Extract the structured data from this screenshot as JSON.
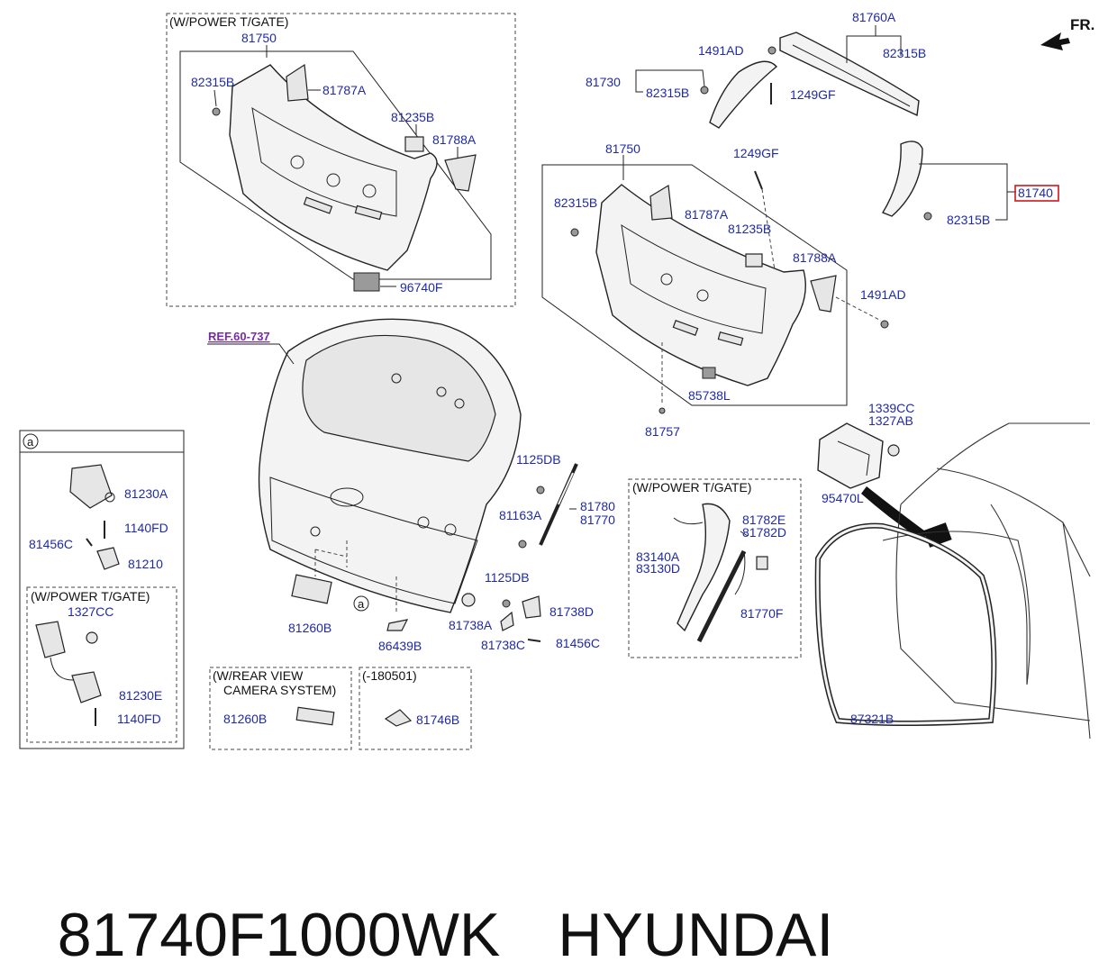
{
  "header": {
    "fr": "FR."
  },
  "groups": {
    "power_tgate_top": "(W/POWER T/GATE)",
    "power_tgate_mid": "(W/POWER T/GATE)",
    "power_tgate_left": "(W/POWER T/GATE)",
    "rear_camera_1": "(W/REAR VIEW",
    "rear_camera_2": "CAMERA SYSTEM)",
    "date_range": "(-180501)",
    "detail_a": "a",
    "ref_callout": "a"
  },
  "ref": "REF.60-737",
  "labels": {
    "l81750_top": "81750",
    "l82315b_tl": "82315B",
    "l81787a_tl": "81787A",
    "l81235b_tl": "81235B",
    "l81788a_tl": "81788A",
    "l96740f": "96740F",
    "l81760a": "81760A",
    "l1491ad_t": "1491AD",
    "l82315b_tr": "82315B",
    "l81730": "81730",
    "l82315b_t2": "82315B",
    "l1249gf_t": "1249GF",
    "l81750_mid": "81750",
    "l1249gf_mid": "1249GF",
    "l81740": "81740",
    "l82315b_r": "82315B",
    "l82315b_m": "82315B",
    "l81787a_m": "81787A",
    "l81235b_m": "81235B",
    "l81788a_m": "81788A",
    "l1491ad_m": "1491AD",
    "l85738l": "85738L",
    "l81757": "81757",
    "l1339cc": "1339CC",
    "l1327ab": "1327AB",
    "l95470l": "95470L",
    "l81230a": "81230A",
    "l1140fd_1": "1140FD",
    "l81456c_l": "81456C",
    "l81210": "81210",
    "l1327cc": "1327CC",
    "l81230e": "81230E",
    "l1140fd_2": "1140FD",
    "l1125db_1": "1125DB",
    "l81780": "81780",
    "l81770": "81770",
    "l81163a": "81163A",
    "l1125db_2": "1125DB",
    "l81738d": "81738D",
    "l81738a": "81738A",
    "l81738c": "81738C",
    "l81456c_b": "81456C",
    "l81260b_1": "81260B",
    "l86439b": "86439B",
    "l81782e": "81782E",
    "l81782d": "81782D",
    "l83140a": "83140A",
    "l83130d": "83130D",
    "l81770f": "81770F",
    "l81260b_2": "81260B",
    "l81746b": "81746B",
    "l87321b": "87321B"
  },
  "footer": {
    "part_number": "81740F1000WK",
    "brand": "HYUNDAI"
  },
  "colors": {
    "label": "#1f2aa8",
    "highlight": "#d0161b",
    "ref": "#7a2aa8"
  }
}
